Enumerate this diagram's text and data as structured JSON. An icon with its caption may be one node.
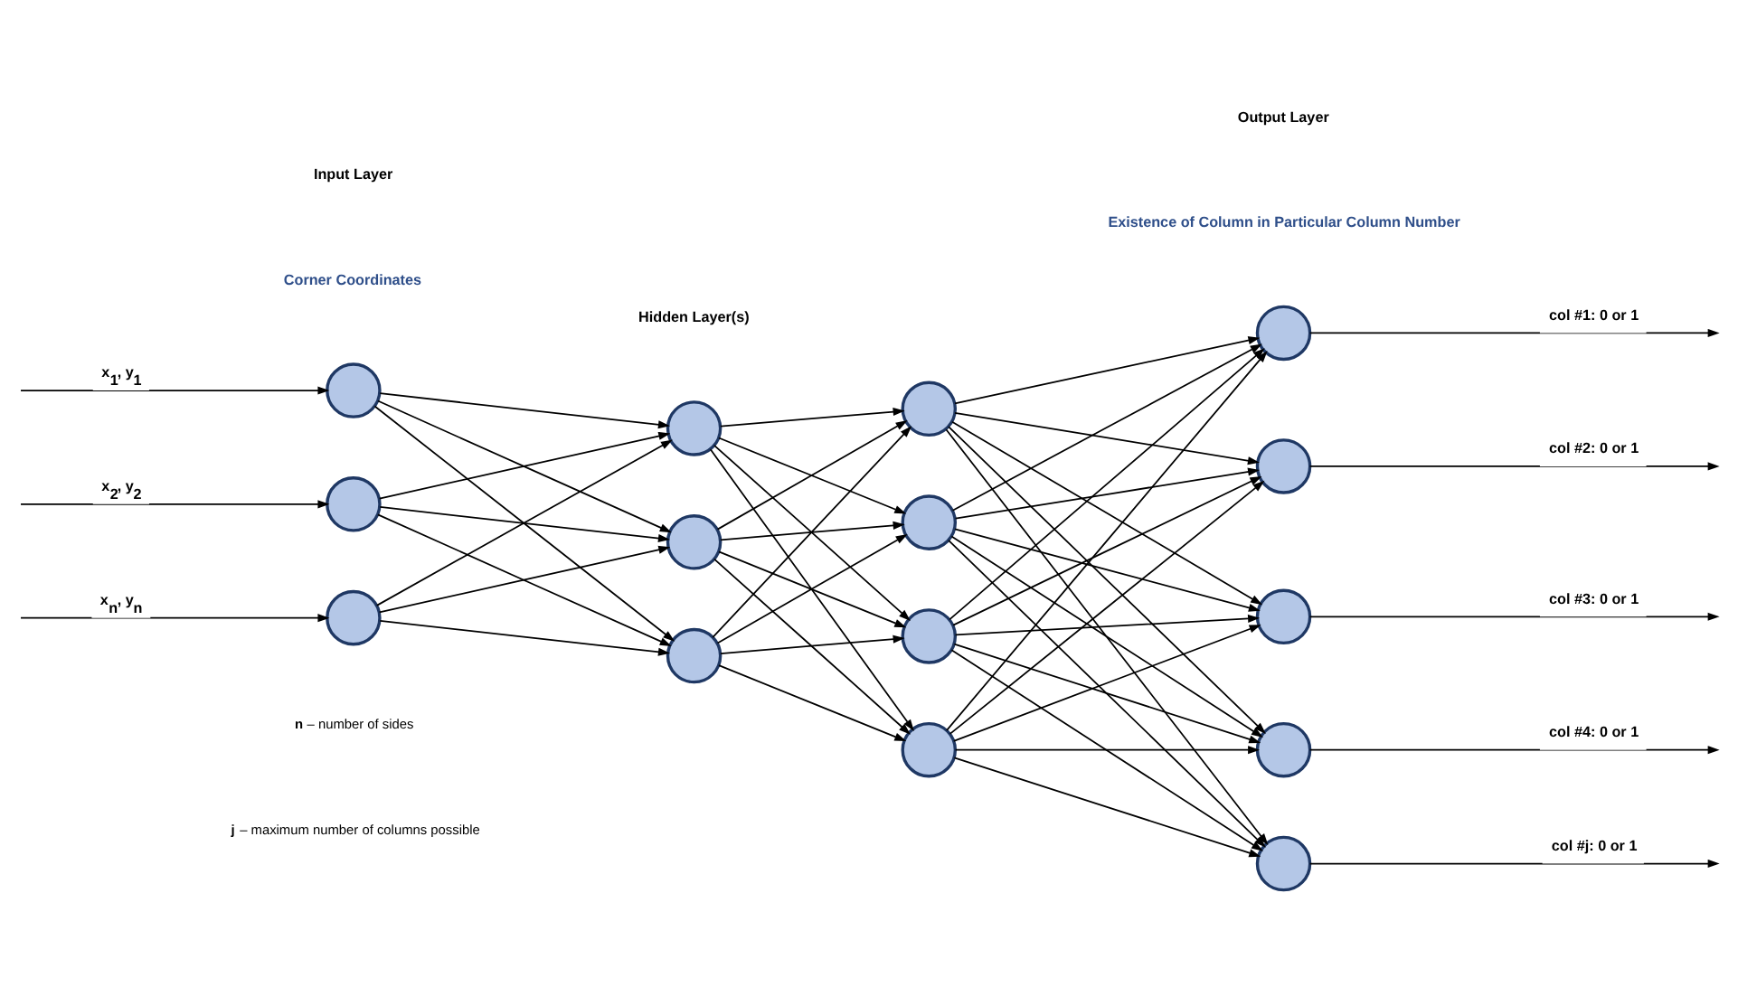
{
  "diagram": {
    "nodes": [
      {
        "text": [],
        "shape": "circle"
      },
      {
        "text": [],
        "shape": "circle"
      },
      {
        "text": [],
        "shape": "circle"
      },
      {
        "text": [],
        "shape": "circle"
      },
      {
        "text": [],
        "shape": "circle"
      },
      {
        "text": [],
        "shape": "circle"
      },
      {
        "text": [],
        "shape": "circle"
      },
      {
        "text": [],
        "shape": "circle"
      },
      {
        "text": [],
        "shape": "circle"
      },
      {
        "text": [],
        "shape": "circle"
      },
      {
        "text": [],
        "shape": "circle"
      },
      {
        "text": [],
        "shape": "circle"
      },
      {
        "text": [],
        "shape": "circle"
      },
      {
        "text": [],
        "shape": "circle"
      },
      {
        "text": [],
        "shape": "circle"
      }
    ],
    "edges": [
      {
        "from": null,
        "to": 0,
        "arrow": "to",
        "label": "x$_{1}$, y$_{1}$"
      },
      {
        "from": null,
        "to": 1,
        "arrow": "to",
        "label": "x$_{2}$, y$_{2}$"
      },
      {
        "from": null,
        "to": 2,
        "arrow": "to",
        "label": "x$_{n}$, y$_{n}$"
      },
      {
        "from": 0,
        "to": 3,
        "arrow": "to"
      },
      {
        "from": 0,
        "to": 4,
        "arrow": "to"
      },
      {
        "from": 0,
        "to": 5,
        "arrow": "to"
      },
      {
        "from": 1,
        "to": 3,
        "arrow": "to"
      },
      {
        "from": 1,
        "to": 4,
        "arrow": "to"
      },
      {
        "from": 1,
        "to": 5,
        "arrow": "to"
      },
      {
        "from": 2,
        "to": 3,
        "arrow": "to"
      },
      {
        "from": 2,
        "to": 4,
        "arrow": "to"
      },
      {
        "from": 2,
        "to": 5,
        "arrow": "to"
      },
      {
        "from": 3,
        "to": 6,
        "arrow": "to"
      },
      {
        "from": 3,
        "to": 7,
        "arrow": "to"
      },
      {
        "from": 3,
        "to": 8,
        "arrow": "to"
      },
      {
        "from": 3,
        "to": 9,
        "arrow": "to"
      },
      {
        "from": 4,
        "to": 6,
        "arrow": "to"
      },
      {
        "from": 4,
        "to": 7,
        "arrow": "to"
      },
      {
        "from": 4,
        "to": 8,
        "arrow": "to"
      },
      {
        "from": 4,
        "to": 9,
        "arrow": "to"
      },
      {
        "from": 5,
        "to": 6,
        "arrow": "to"
      },
      {
        "from": 5,
        "to": 7,
        "arrow": "to"
      },
      {
        "from": 5,
        "to": 8,
        "arrow": "to"
      },
      {
        "from": 5,
        "to": 9,
        "arrow": "to"
      },
      {
        "from": 6,
        "to": 10,
        "arrow": "to"
      },
      {
        "from": 6,
        "to": 11,
        "arrow": "to"
      },
      {
        "from": 6,
        "to": 12,
        "arrow": "to"
      },
      {
        "from": 6,
        "to": 13,
        "arrow": "to"
      },
      {
        "from": 6,
        "to": 14,
        "arrow": "to"
      },
      {
        "from": 7,
        "to": 10,
        "arrow": "to"
      },
      {
        "from": 7,
        "to": 11,
        "arrow": "to"
      },
      {
        "from": 7,
        "to": 12,
        "arrow": "to"
      },
      {
        "from": 7,
        "to": 13,
        "arrow": "to"
      },
      {
        "from": 7,
        "to": 14,
        "arrow": "to"
      },
      {
        "from": 8,
        "to": 10,
        "arrow": "to"
      },
      {
        "from": 8,
        "to": 11,
        "arrow": "to"
      },
      {
        "from": 8,
        "to": 12,
        "arrow": "to"
      },
      {
        "from": 8,
        "to": 13,
        "arrow": "to"
      },
      {
        "from": 8,
        "to": 14,
        "arrow": "to"
      },
      {
        "from": 9,
        "to": 10,
        "arrow": "to"
      },
      {
        "from": 9,
        "to": 11,
        "arrow": "to"
      },
      {
        "from": 9,
        "to": 12,
        "arrow": "to"
      },
      {
        "from": 9,
        "to": 13,
        "arrow": "to"
      },
      {
        "from": 9,
        "to": 14,
        "arrow": "to"
      },
      {
        "from": 10,
        "to": null,
        "arrow": "to",
        "label": "col #1: 0 or 1"
      },
      {
        "from": 11,
        "to": null,
        "arrow": "to",
        "label": "col #2: 0 or 1"
      },
      {
        "from": 12,
        "to": null,
        "arrow": "to",
        "label": "col #3: 0 or 1"
      },
      {
        "from": 13,
        "to": null,
        "arrow": "to",
        "label": "col #4: 0 or 1"
      },
      {
        "from": 14,
        "to": null,
        "arrow": "to",
        "label": "col #j: 0 or 1"
      }
    ],
    "labels": [
      "Input Layer",
      "Corner Coordinates",
      "Hidden Layer(s)",
      "Output Layer",
      "Existence of Column in Particular Column Number",
      "**n** – number of sides",
      "**j** – maximum number of columns possible"
    ]
  }
}
